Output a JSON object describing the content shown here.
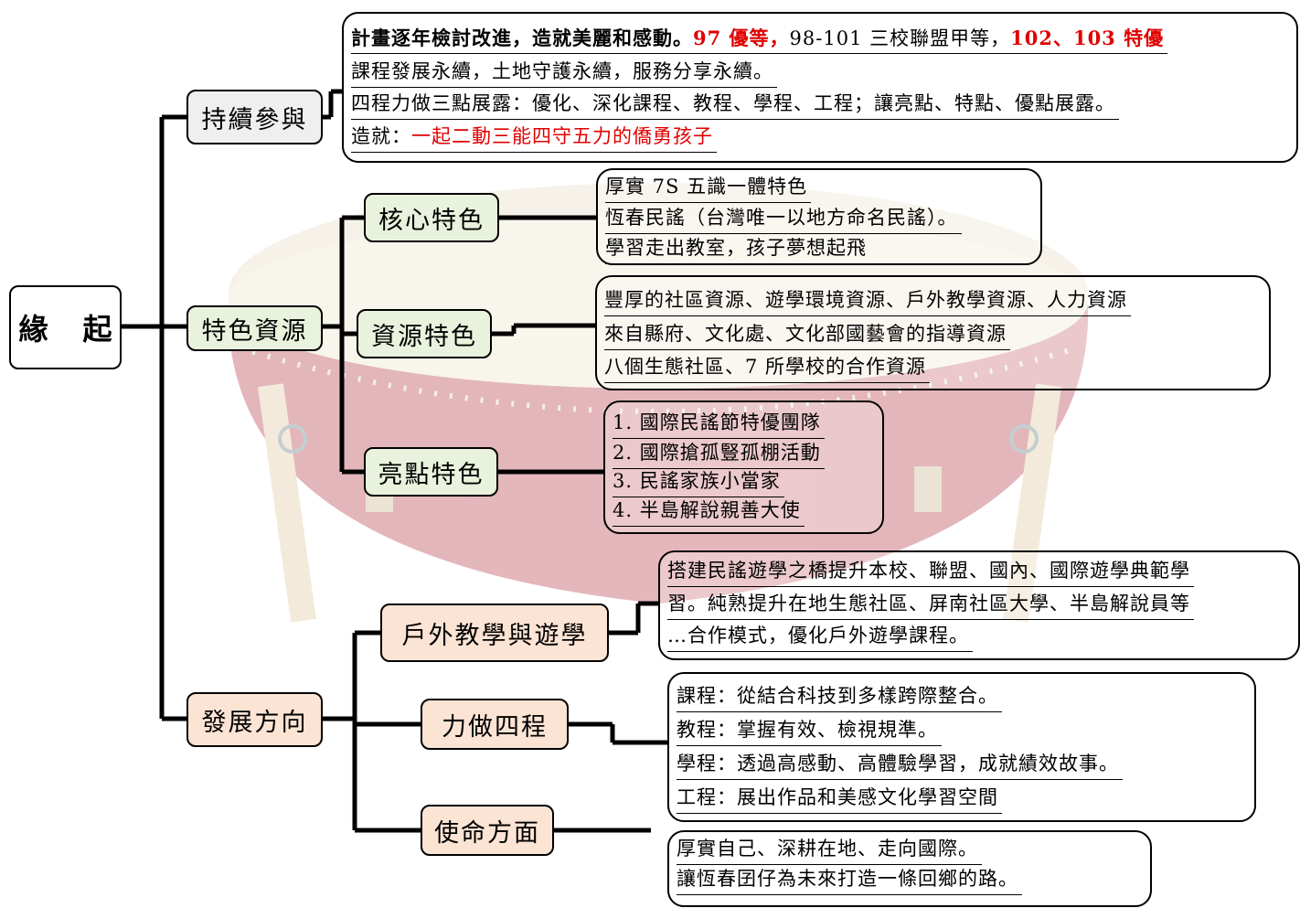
{
  "root": {
    "label_a": "緣",
    "label_b": "起"
  },
  "sustain": {
    "label": "持續參與",
    "lines": {
      "l1a": "計畫逐年檢討改進，造就美麗和感動。",
      "l1b": "97 優等，",
      "l1c": "98-101 三校聯盟甲等，",
      "l1d": "102、103 特優",
      "l2": "課程發展永續，土地守護永續，服務分享永續。",
      "l3": "四程力做三點展露：優化、深化課程、教程、學程、工程；讓亮點、特點、優點展露。",
      "l4a": "造就：",
      "l4b": "一起二動三能四守五力的僑勇孩子"
    }
  },
  "features": {
    "label": "特色資源",
    "core": {
      "label": "核心特色",
      "lines": [
        "厚實 7S 五識一體特色",
        "恆春民謠（台灣唯一以地方命名民謠）。",
        "學習走出教室，孩子夢想起飛"
      ]
    },
    "resource": {
      "label": "資源特色",
      "lines": [
        "豐厚的社區資源、遊學環境資源、戶外教學資源、人力資源",
        "來自縣府、文化處、文化部國藝會的指導資源",
        "八個生態社區、7 所學校的合作資源"
      ]
    },
    "highlight": {
      "label": "亮點特色",
      "lines": [
        "1. 國際民謠節特優團隊",
        "2. 國際搶孤豎孤棚活動",
        "3. 民謠家族小當家",
        "4. 半島解說親善大使"
      ]
    }
  },
  "direction": {
    "label": "發展方向",
    "outdoor": {
      "label": "戶外教學與遊學",
      "lines": [
        "搭建民謠遊學之橋提升本校、聯盟、國內、國際遊學典範學",
        "習。純熟提升在地生態社區、屏南社區大學、半島解說員等",
        "…合作模式，優化戶外遊學課程。"
      ]
    },
    "four": {
      "label": "力做四程",
      "lines": [
        "課程：從結合科技到多樣跨際整合。",
        "教程：掌握有效、檢視規準。",
        "學程：透過高感動、高體驗學習，成就績效故事。",
        "工程：展出作品和美感文化學習空間"
      ]
    },
    "mission": {
      "label": "使命方面",
      "lines": [
        "厚實自己、深耕在地、走向國際。",
        "讓恆春囝仔為未來打造一條回鄉的路。"
      ]
    }
  },
  "colors": {
    "highlight_red": "#e00000",
    "node_grey": "#efefef",
    "node_green": "#e9f2dc",
    "node_peach": "#fce4d4",
    "drum_red": "#b8404f"
  }
}
